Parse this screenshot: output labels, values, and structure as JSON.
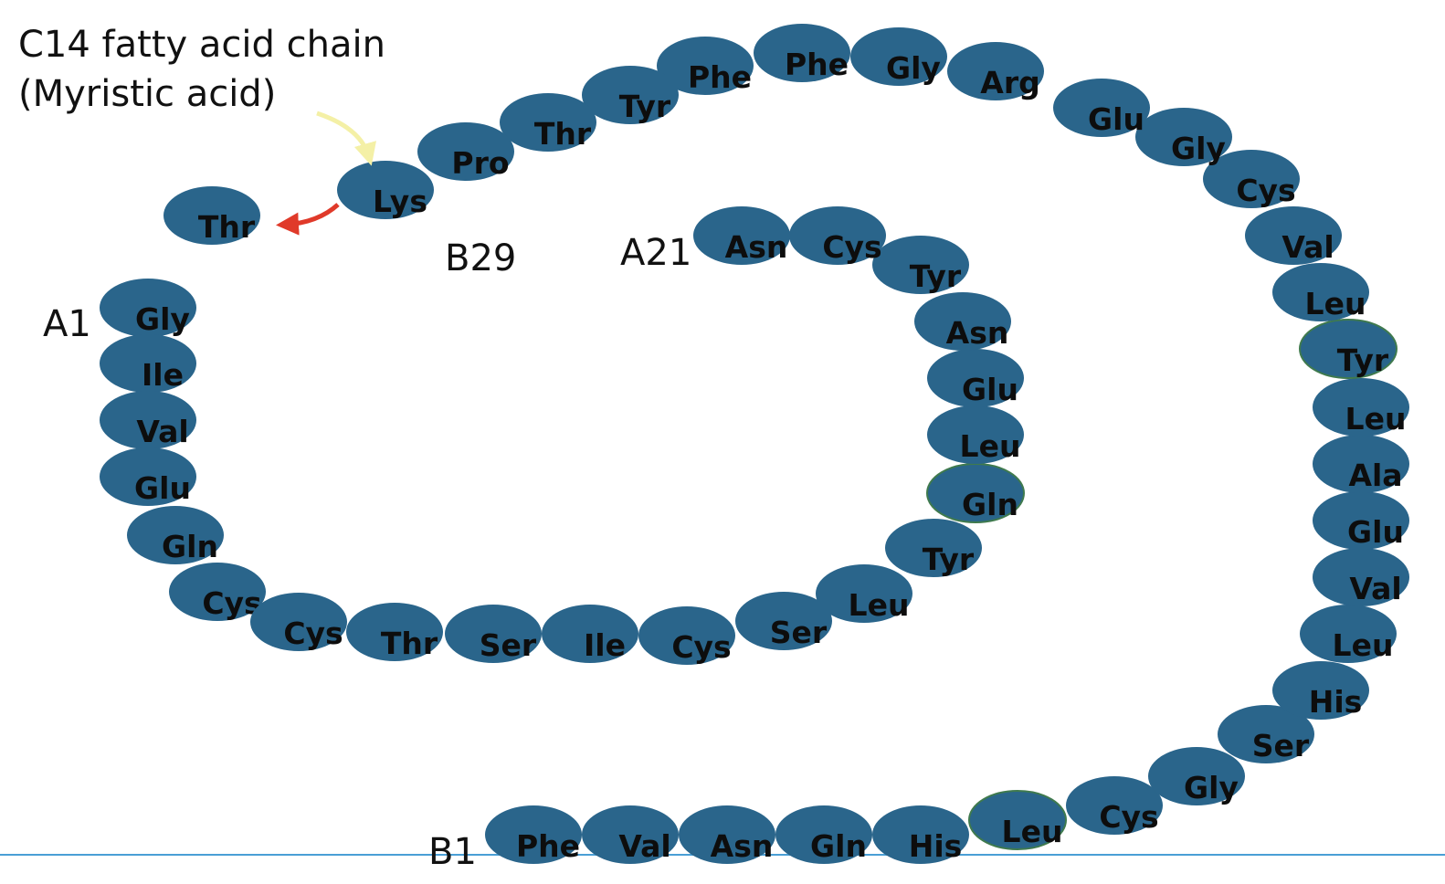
{
  "annotation": {
    "line1": "C14 fatty acid chain",
    "line2": "(Myristic acid)"
  },
  "labels": {
    "b29": "B29",
    "a21": "A21",
    "a1": "A1",
    "b1": "B1"
  },
  "chain_a": [
    "Gly",
    "Ile",
    "Val",
    "Glu",
    "Gln",
    "Cys",
    "Cys",
    "Thr",
    "Ser",
    "Ile",
    "Cys",
    "Ser",
    "Leu",
    "Tyr",
    "Gln",
    "Leu",
    "Glu",
    "Asn",
    "Tyr",
    "Cys",
    "Asn"
  ],
  "chain_b": [
    "Phe",
    "Val",
    "Asn",
    "Gln",
    "His",
    "Leu",
    "Cys",
    "Gly",
    "Ser",
    "His",
    "Leu",
    "Val",
    "Glu",
    "Ala",
    "Leu",
    "Tyr",
    "Leu",
    "Val",
    "Cys",
    "Gly",
    "Glu",
    "Arg",
    "Gly",
    "Phe",
    "Phe",
    "Tyr",
    "Thr",
    "Pro",
    "Lys",
    "Thr"
  ],
  "colors": {
    "bead": "#2a658b",
    "yellow_arrow": "#f4f0a6",
    "red_arrow": "#e03a2a",
    "baseline": "#4a9fd6"
  }
}
